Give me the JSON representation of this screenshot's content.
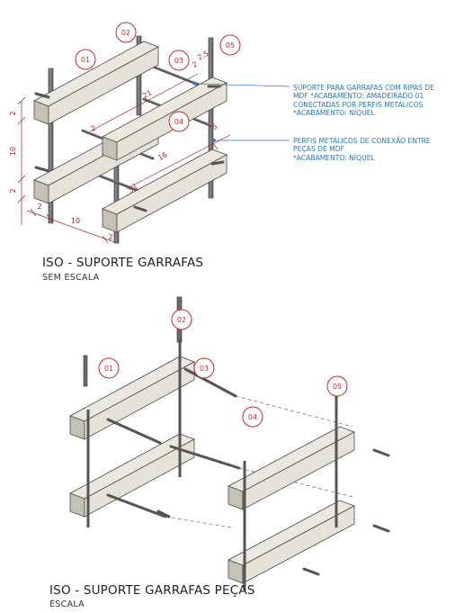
{
  "view1": {
    "title": "ISO - SUPORTE GARRAFAS",
    "scale_label": "SEM ESCALA",
    "tags": [
      "01",
      "02",
      "03",
      "04",
      "05"
    ],
    "dimensions": [
      "2",
      "10",
      "2",
      "2",
      "10",
      "2",
      "2",
      "21",
      "2",
      "5",
      "16",
      "5",
      "2,5"
    ],
    "note_1": {
      "lines": [
        "SUPORTE PARA GARRAFAS COM RIPAS DE",
        "MDF *ACABAMENTO: AMADEIRADO 01",
        "CONECTADAS POR PERFIS METÁLICOS",
        "*ACABAMENTO: NÍQUEL"
      ]
    },
    "note_2": {
      "lines": [
        "PERFIS METÁLICOS DE CONEXÃO ENTRE",
        "PEÇAS DE MDF",
        "*ACABAMENTO: NÍQUEL"
      ]
    }
  },
  "view2": {
    "title": "ISO - SUPORTE GARRAFAS PEÇAS",
    "scale_label": "ESCALA",
    "tags": [
      "01",
      "02",
      "03",
      "04",
      "05"
    ]
  },
  "colors": {
    "wood_top": "#ebe9df",
    "wood_side": "#d7d4c6",
    "wood_end": "#c5c2b3",
    "wood_edge": "#4a4a4a",
    "rod": "#5b5b5b",
    "tag_red": "#cc2a2a",
    "note_blue": "#1f78c4",
    "dimension_red": "#b01e1e"
  }
}
